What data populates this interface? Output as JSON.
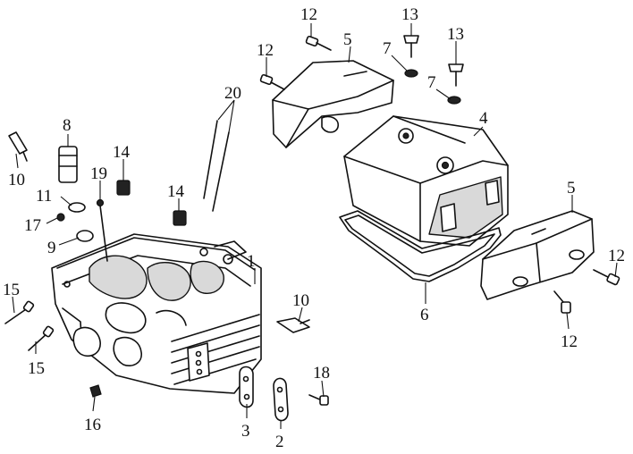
{
  "callouts": {
    "c1": "1",
    "c2": "2",
    "c3": "3",
    "c4": "4",
    "c5a": "5",
    "c5b": "5",
    "c6": "6",
    "c7a": "7",
    "c7b": "7",
    "c8": "8",
    "c9": "9",
    "c10a": "10",
    "c10b": "10",
    "c11": "11",
    "c12a": "12",
    "c12b": "12",
    "c12c": "12",
    "c12d": "12",
    "c13a": "13",
    "c13b": "13",
    "c14a": "14",
    "c14b": "14",
    "c15a": "15",
    "c15b": "15",
    "c16": "16",
    "c17": "17",
    "c18": "18",
    "c19": "19",
    "c20": "20"
  }
}
